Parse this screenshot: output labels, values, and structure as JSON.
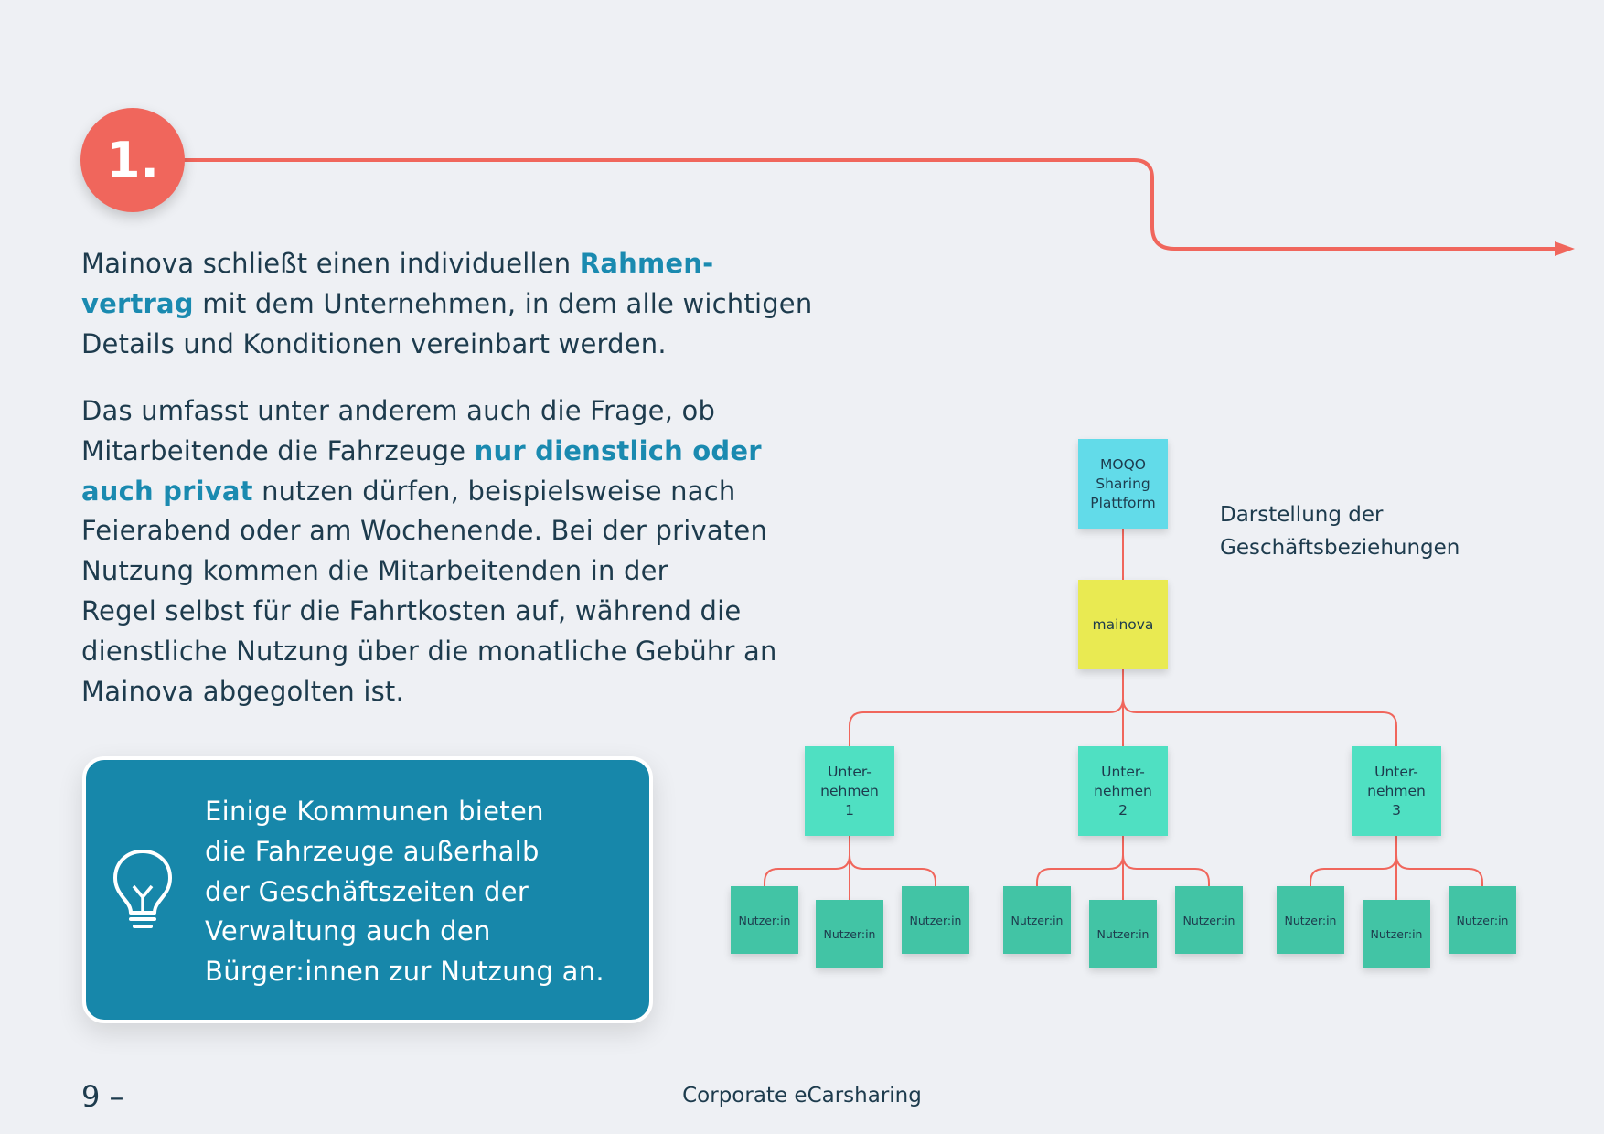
{
  "step": {
    "number": "1."
  },
  "intro": {
    "p1": {
      "a": "Mainova schließt einen individuellen ",
      "b": "Rahmen-",
      "c": "vertrag",
      "d": " mit dem Unternehmen, in dem alle wichtigen",
      "e": "Details und Konditionen vereinbart werden."
    },
    "p2": {
      "a": "Das umfasst unter anderem auch die Frage, ob",
      "b": "Mitarbeitende die Fahrzeuge ",
      "c": "nur dienstlich oder",
      "d": "auch privat",
      "e": " nutzen dürfen, beispielsweise nach",
      "f": "Feierabend oder am Wochenende. Bei der privaten",
      "g": "Nutzung kommen die Mitarbeitenden in der",
      "h": "Regel selbst für die Fahrtkosten auf, während die",
      "i": "dienstliche Nutzung über die monatliche Gebühr an",
      "j": "Mainova abgegolten ist."
    }
  },
  "tip": {
    "icon": "lightbulb-icon",
    "line1": "Einige Kommunen bieten",
    "line2": "die Fahrzeuge außerhalb",
    "line3": "der Geschäftszeiten der",
    "line4": "Verwaltung auch den",
    "line5": "Bürger:innen zur Nutzung an."
  },
  "diagram": {
    "caption": "Darstellung der\nGeschäftsbeziehungen",
    "root": "MOQO\nSharing\nPlattform",
    "provider": "mainova",
    "companies": [
      "Unter-\nnehmen\n1",
      "Unter-\nnehmen\n2",
      "Unter-\nnehmen\n3"
    ],
    "user_label": "Nutzer:in",
    "colors": {
      "root": "#62dbe9",
      "provider": "#e9ea52",
      "company": "#4fe0c2",
      "user": "#42c4a5",
      "connector": "#f0665c"
    }
  },
  "footer": {
    "page": "9 –",
    "title": "Corporate eCarsharing"
  },
  "colors": {
    "accent": "#f0665c",
    "highlight": "#1a8ab0",
    "tip_bg": "#1787aa"
  }
}
